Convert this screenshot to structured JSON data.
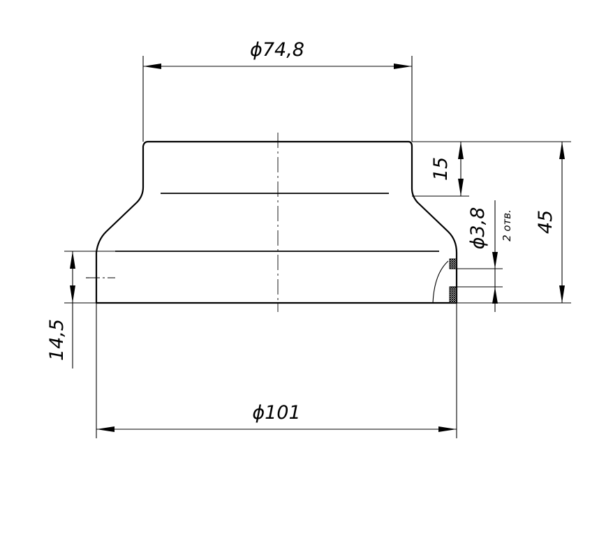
{
  "dimensions": {
    "top_diameter": "ϕ74,8",
    "bottom_diameter": "ϕ101",
    "top_height": "15",
    "total_height": "45",
    "base_height": "14,5",
    "hole_diameter": "ϕ3,8",
    "hole_count": "2 отв."
  }
}
